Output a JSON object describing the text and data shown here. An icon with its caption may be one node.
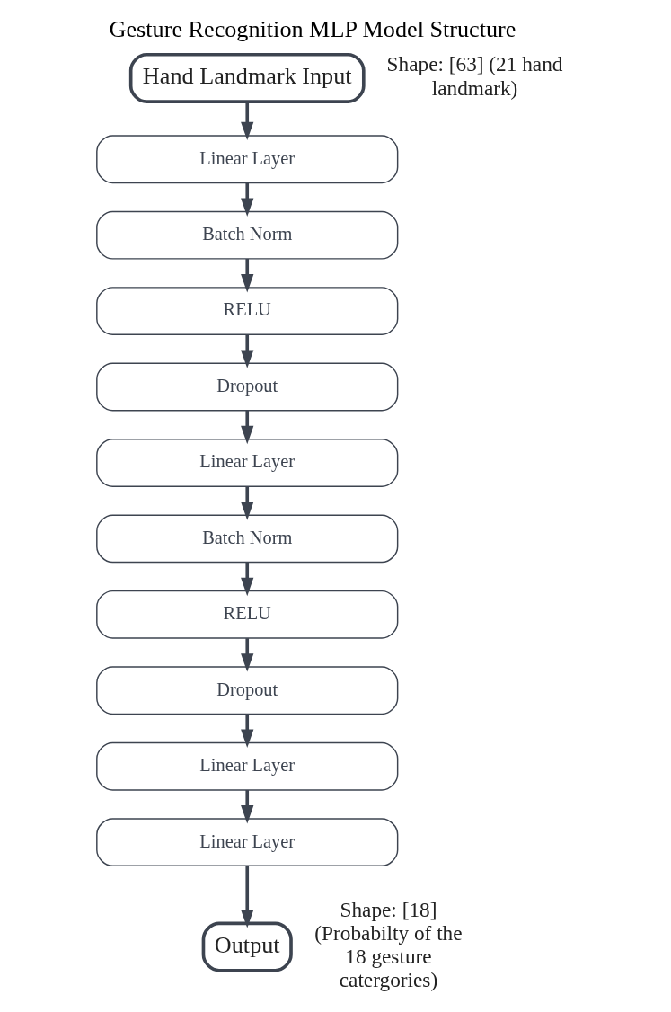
{
  "diagram": {
    "title": "Gesture Recognition MLP Model Structure",
    "nodes": [
      {
        "text": [
          "Hand Landmark Input"
        ],
        "beside": [
          "Shape: [63] (21 hand landmark)"
        ]
      },
      {
        "text": [
          "Linear Layer"
        ]
      },
      {
        "text": [
          "Batch Norm"
        ]
      },
      {
        "text": [
          "RELU"
        ]
      },
      {
        "text": [
          "Dropout"
        ]
      },
      {
        "text": [
          "Linear Layer"
        ]
      },
      {
        "text": [
          "Batch Norm"
        ]
      },
      {
        "text": [
          "RELU"
        ]
      },
      {
        "text": [
          "Dropout"
        ]
      },
      {
        "text": [
          "Linear Layer"
        ]
      },
      {
        "text": [
          "Linear Layer"
        ]
      },
      {
        "text": [
          "Output"
        ],
        "beside": [
          "Shape: [18] (Probabilty of the 18 gesture catergories)"
        ]
      }
    ],
    "edges": [
      {
        "from": 0,
        "to": 1,
        "arrow": "to"
      },
      {
        "from": 1,
        "to": 2,
        "arrow": "to"
      },
      {
        "from": 2,
        "to": 3,
        "arrow": "to"
      },
      {
        "from": 3,
        "to": 4,
        "arrow": "to"
      },
      {
        "from": 4,
        "to": 5,
        "arrow": "to"
      },
      {
        "from": 5,
        "to": 6,
        "arrow": "to"
      },
      {
        "from": 6,
        "to": 7,
        "arrow": "to"
      },
      {
        "from": 7,
        "to": 8,
        "arrow": "to"
      },
      {
        "from": 8,
        "to": 9,
        "arrow": "to"
      },
      {
        "from": 9,
        "to": 10,
        "arrow": "to"
      },
      {
        "from": 10,
        "to": 11,
        "arrow": "to"
      }
    ]
  }
}
